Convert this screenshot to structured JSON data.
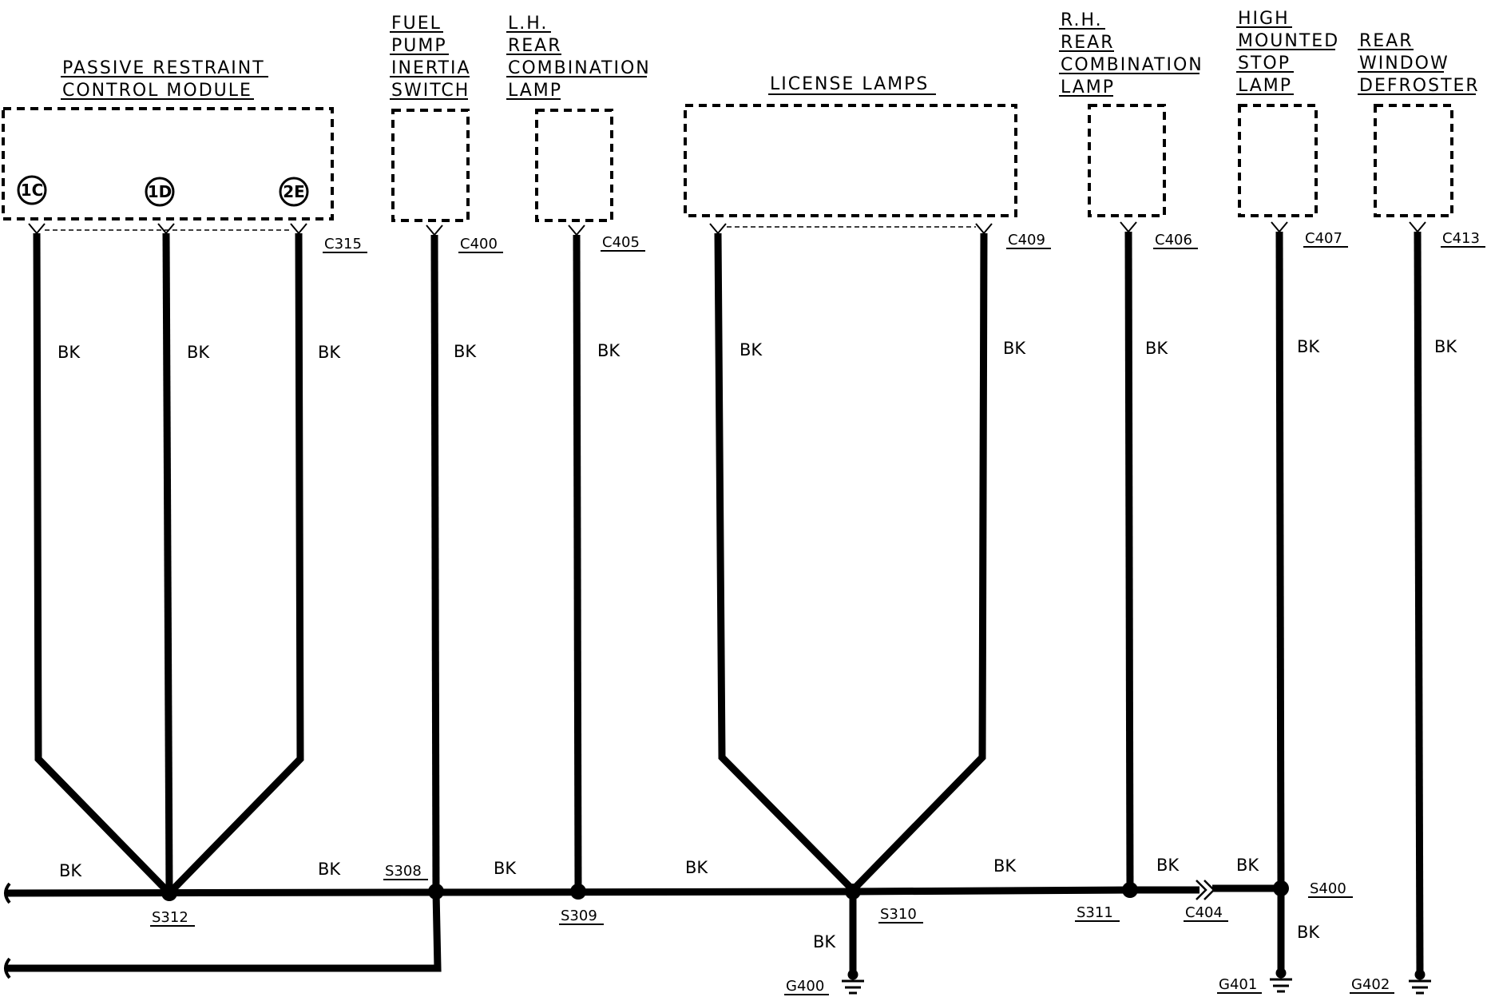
{
  "components": [
    {
      "id": "prcm",
      "lines": [
        "PASSIVE RESTRAINT",
        "CONTROL MODULE"
      ]
    },
    {
      "id": "fuel_pump",
      "lines": [
        "FUEL",
        "PUMP",
        "INERTIA",
        "SWITCH"
      ]
    },
    {
      "id": "lh_rear",
      "lines": [
        "L.H.",
        "REAR",
        "COMBINATION",
        "LAMP"
      ]
    },
    {
      "id": "license",
      "lines": [
        "LICENSE LAMPS"
      ]
    },
    {
      "id": "rh_rear",
      "lines": [
        "R.H.",
        "REAR",
        "COMBINATION",
        "LAMP"
      ]
    },
    {
      "id": "hmsl",
      "lines": [
        "HIGH",
        "MOUNTED",
        "STOP",
        "LAMP"
      ]
    },
    {
      "id": "defroster",
      "lines": [
        "REAR",
        "WINDOW",
        "DEFROSTER"
      ]
    }
  ],
  "pins": [
    "1C",
    "1D",
    "2E"
  ],
  "connectors": [
    "C315",
    "C400",
    "C405",
    "C409",
    "C406",
    "C407",
    "C413",
    "C404"
  ],
  "splices": [
    "S312",
    "S308",
    "S309",
    "S310",
    "S311",
    "S400"
  ],
  "grounds": [
    "G400",
    "G401",
    "G402"
  ],
  "wire_color": "BK"
}
